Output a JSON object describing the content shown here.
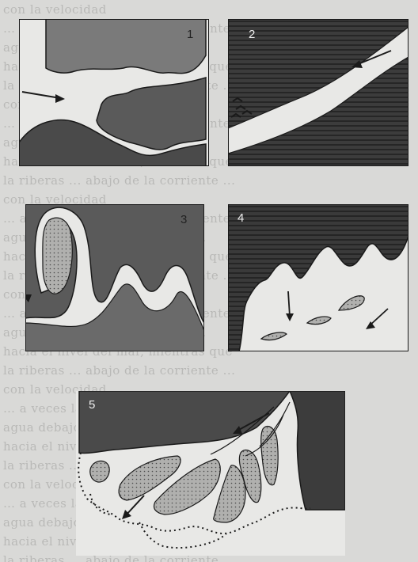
{
  "figure": {
    "panels": [
      {
        "number": "1"
      },
      {
        "number": "2"
      },
      {
        "number": "3"
      },
      {
        "number": "4"
      },
      {
        "number": "5"
      }
    ]
  },
  "background_text": {
    "lines": [
      "con la velocidad ",
      "… a veces la velocidad de corrientes ... ",
      "agua debajo de el ... el punto ... ",
      "hacia el nivel del mar, mientras que ",
      "la riberas ... abajo de la corriente ... "
    ]
  },
  "colors": {
    "ink": "#1a1a1a",
    "dark_fill": "#4a4a4a",
    "mid_fill": "#7a7a7a",
    "light_fill": "#b0b0ae",
    "paper": "#e8e8e6"
  },
  "icons": [
    "arrow-icon",
    "stipple-pattern"
  ]
}
